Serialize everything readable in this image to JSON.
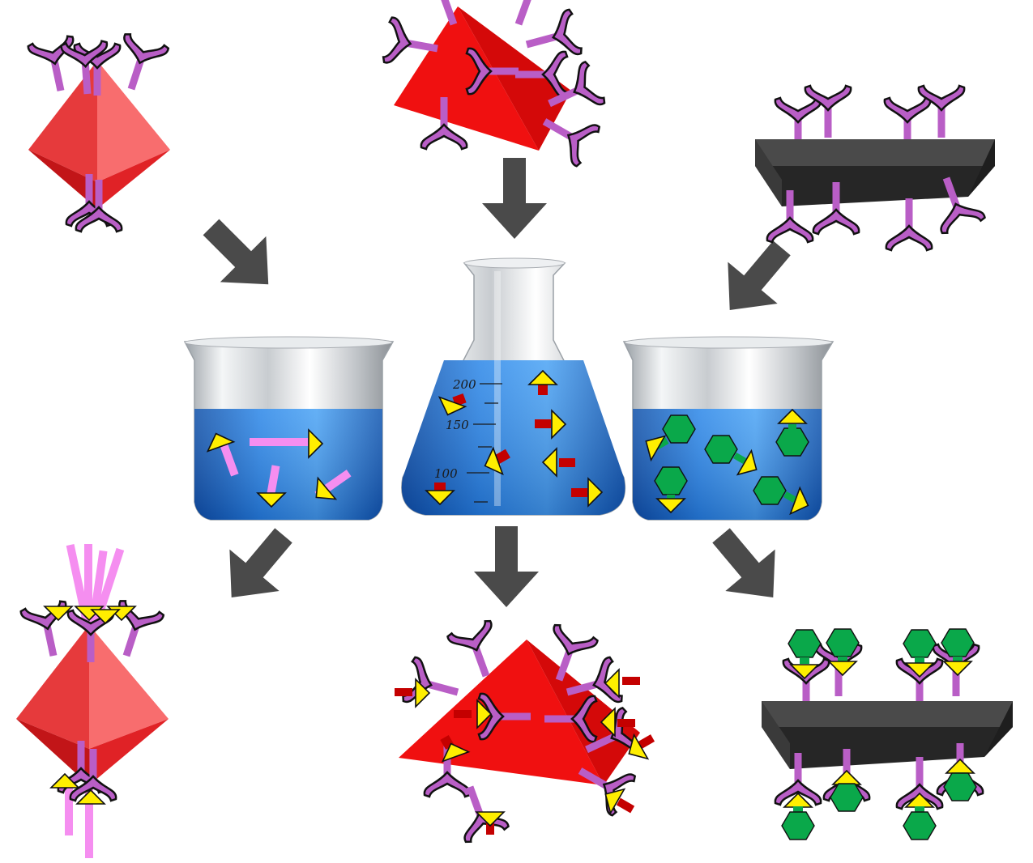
{
  "flask": {
    "scale_labels": [
      "200",
      "150",
      "100"
    ]
  },
  "colors": {
    "background": "#ffffff",
    "octahedron_red": "#e8262a",
    "tetrahedron_red": "#f01414",
    "slab_dark": "#2e2e2e",
    "antibody_purple": "#b95ec6",
    "liquid_blue": "#1f73d6",
    "rod_pink": "#f58ef0",
    "ligand_yellow": "#ffee00",
    "tag_red": "#c40000",
    "hexagon_green": "#0aa84a",
    "arrow_gray": "#4a4a4a"
  },
  "icons": [
    "octahedron-particle-icon",
    "tetrahedron-particle-icon",
    "slab-particle-icon",
    "antibody-icon",
    "beaker-icon",
    "erlenmeyer-flask-icon",
    "arrow-icon"
  ]
}
